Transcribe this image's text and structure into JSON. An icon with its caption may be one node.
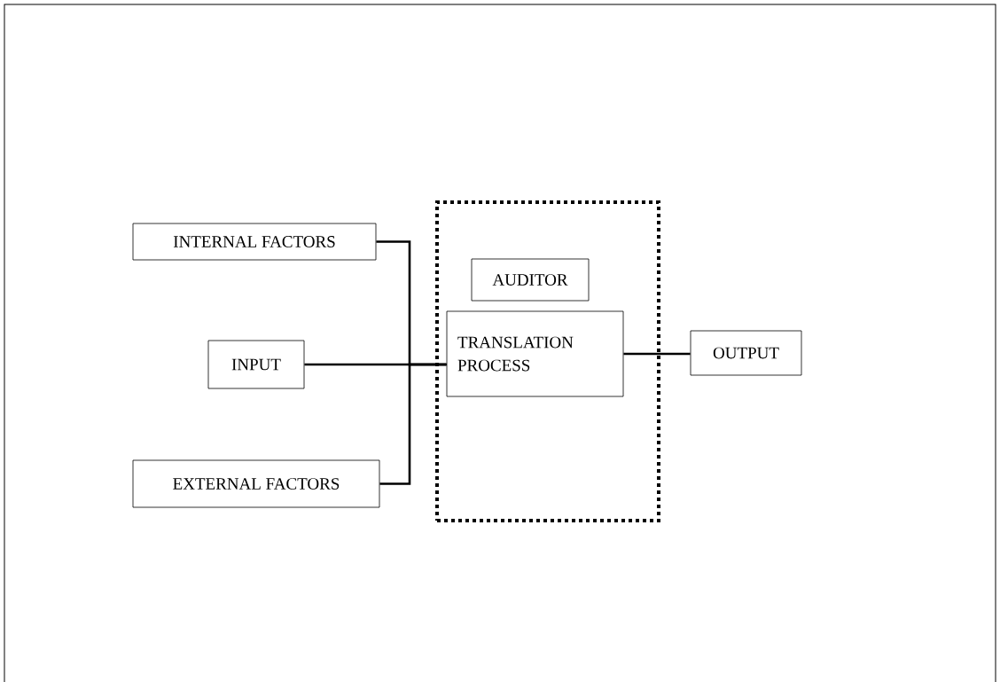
{
  "diagram": {
    "nodes": [
      {
        "text": [
          "INTERNAL FACTORS"
        ]
      },
      {
        "text": [
          "INPUT"
        ]
      },
      {
        "text": [
          "EXTERNAL FACTORS"
        ]
      },
      {
        "text": [],
        "shape": "box"
      },
      {
        "text": [
          "AUDITOR"
        ],
        "in": 3
      },
      {
        "text": [
          "TRANSLATION PROCESS"
        ],
        "in": 3
      },
      {
        "text": [
          "OUTPUT"
        ]
      }
    ],
    "edges": [
      {
        "from": 0,
        "to": 5,
        "arrow": "none"
      },
      {
        "from": 1,
        "to": 5,
        "arrow": "none"
      },
      {
        "from": 2,
        "to": 5,
        "arrow": "none"
      },
      {
        "from": 5,
        "to": 6,
        "arrow": "none"
      }
    ]
  }
}
